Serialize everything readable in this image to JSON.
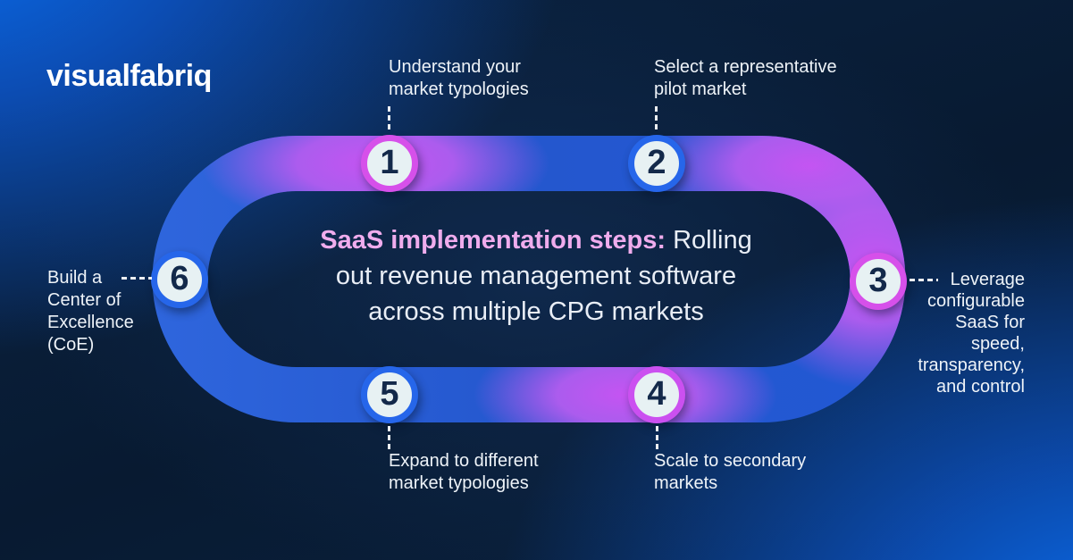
{
  "brand": {
    "logo": "visualfabriq"
  },
  "headline": {
    "highlight": "SaaS implementation steps:",
    "line1_rest": " Rolling",
    "line2": "out revenue management software",
    "line3": "across multiple CPG markets",
    "highlight_color": "#efaced"
  },
  "steps": [
    {
      "number": "1",
      "label": "Understand your\nmarket typologies",
      "ring": "#d650ea"
    },
    {
      "number": "2",
      "label": "Select a representative\npilot market",
      "ring": "#2666ea"
    },
    {
      "number": "3",
      "label": "Leverage\nconfigurable\nSaaS for\nspeed,\ntransparency,\nand control",
      "ring": "#d650ea"
    },
    {
      "number": "4",
      "label": "Scale to secondary\nmarkets",
      "ring": "#cb50f0"
    },
    {
      "number": "5",
      "label": "Expand to different\nmarket typologies",
      "ring": "#2666ea"
    },
    {
      "number": "6",
      "label": "Build a\nCenter of\nExcellence\n(CoE)",
      "ring": "#2666ea"
    }
  ],
  "colors": {
    "background_navy": "#081a31",
    "glow_blue": "#0a70f5",
    "track_blue_left": "#2f66dd",
    "track_blue_mid": "#2457ce",
    "track_blue_right": "#2258d4",
    "track_purple_core": "#c554f2",
    "track_purple_soft": "#b75cf0",
    "circle_fill": "#e7f1f3",
    "number_navy": "#13294a",
    "text_white": "#eef3f8"
  }
}
